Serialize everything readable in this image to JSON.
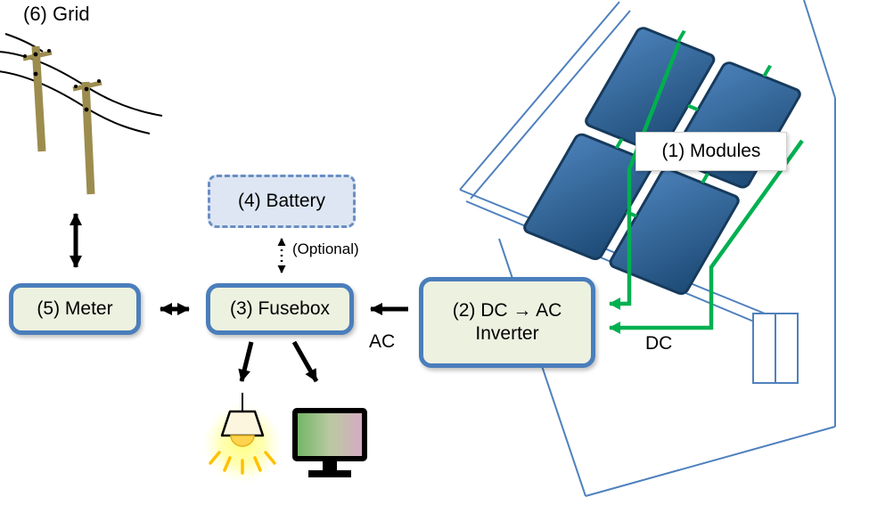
{
  "components": {
    "modules": {
      "label": "(1) Modules"
    },
    "inverter": {
      "label_line1": "(2) DC → AC",
      "label_line2": "Inverter"
    },
    "fusebox": {
      "label": "(3) Fusebox"
    },
    "battery": {
      "label": "(4) Battery",
      "note": "(Optional)"
    },
    "meter": {
      "label": "(5) Meter"
    },
    "grid": {
      "label": "(6) Grid"
    }
  },
  "flows": {
    "ac": "AC",
    "dc": "DC"
  },
  "icons": {
    "grid": "utility-poles-icon",
    "load1": "lamp-icon",
    "load2": "monitor-icon"
  },
  "colors": {
    "box_border": "#4a7ebb",
    "box_fill": "#edf1e0",
    "battery_fill": "#dde6f2",
    "battery_border": "#6b8ec5",
    "dc_wire_green": "#00b050",
    "arrow_black": "#000000",
    "panel_blue_dark": "#1d4a75",
    "panel_blue_light": "#4a80b8",
    "house_outline": "#4f81bd",
    "pole_brown": "#9c8c4e",
    "lamp_glow": "#ffff99"
  }
}
